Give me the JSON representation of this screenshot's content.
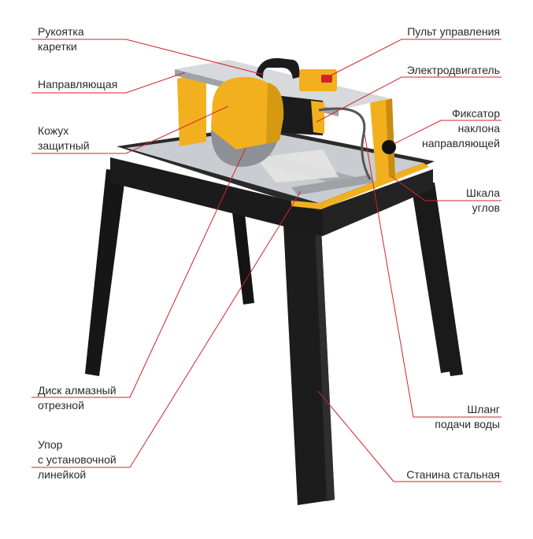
{
  "labels": {
    "carriage_handle": [
      "Рукоятка",
      "каретки"
    ],
    "guide": [
      "Направляющая"
    ],
    "guard": [
      "Кожух",
      "защитный"
    ],
    "diamond_disc": [
      "Диск алмазный",
      "отрезной"
    ],
    "stop": [
      "Упор",
      "с установочной",
      "линейкой"
    ],
    "control_panel": [
      "Пульт управления"
    ],
    "motor": [
      "Электродвигатель"
    ],
    "tilt_lock": [
      "Фиксатор",
      "наклона",
      "направляющей"
    ],
    "angle_scale": [
      "Шкала",
      "углов"
    ],
    "water_hose": [
      "Шланг",
      "подачи воды"
    ],
    "steel_frame": [
      "Станина стальная"
    ]
  },
  "colors": {
    "leader_line": "#d2232a",
    "body_yellow": "#f2b01e",
    "frame_black": "#1b1b1b",
    "table_silver": "#c9ccd0",
    "text": "#2a2a2a"
  }
}
